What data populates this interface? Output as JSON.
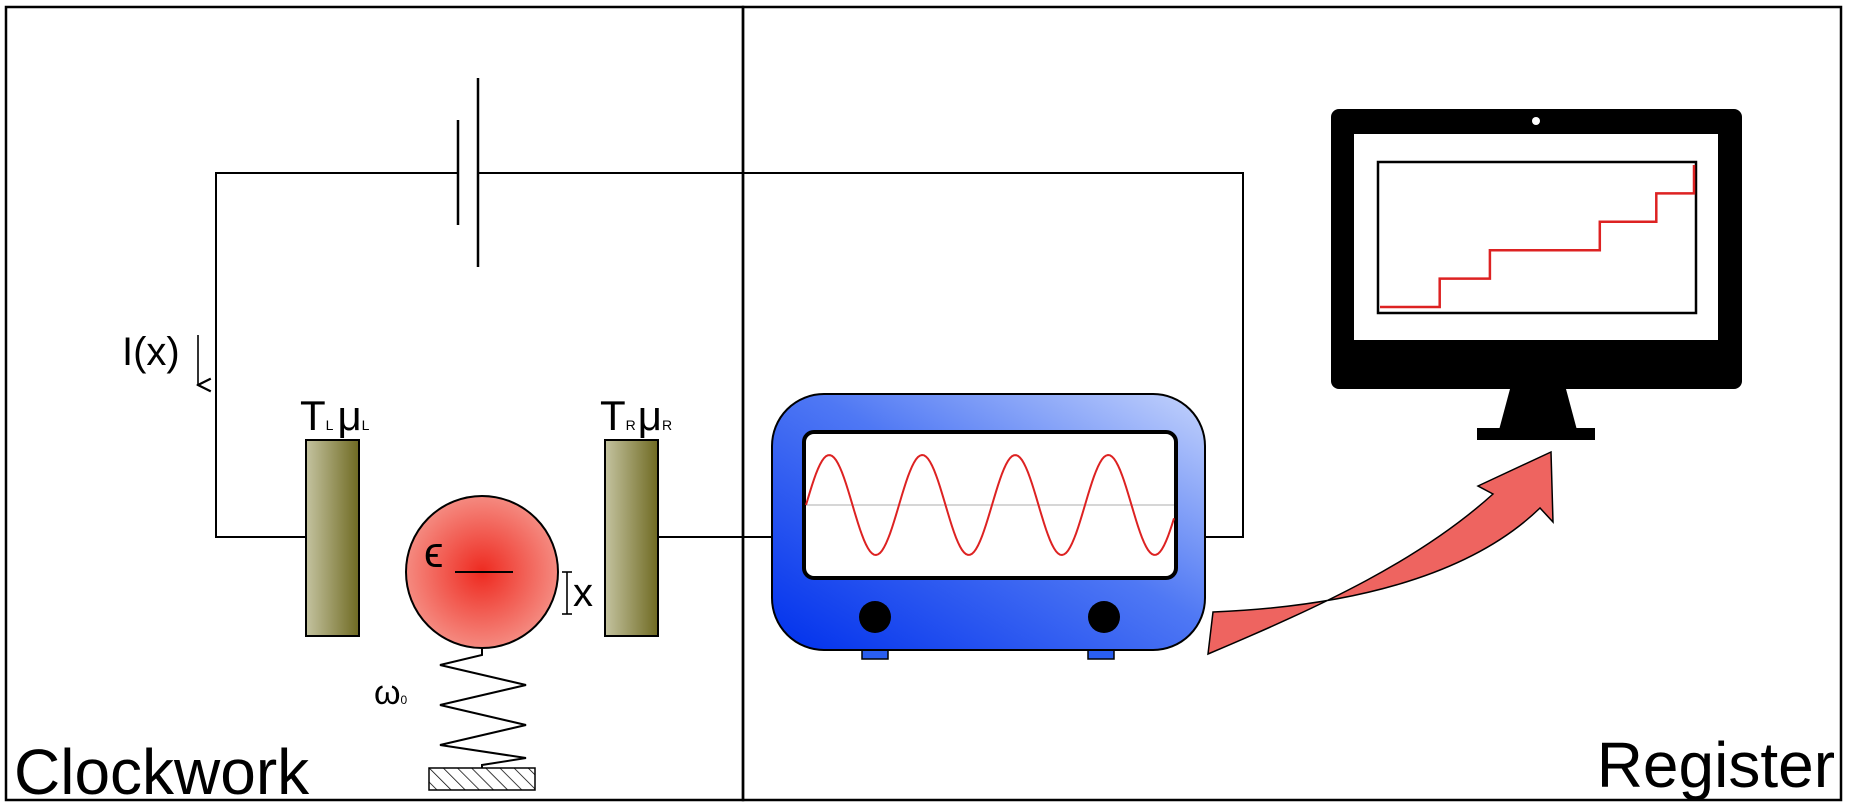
{
  "panels": {
    "left_label": "Clockwork",
    "right_label": "Register"
  },
  "circuit": {
    "current_label": "I(x)",
    "current_arrow": "↓"
  },
  "reservoirs": {
    "left": {
      "T": "T",
      "T_sub": "L",
      "mu": "μ",
      "mu_sub": "L"
    },
    "right": {
      "T": "T",
      "T_sub": "R",
      "mu": "μ",
      "mu_sub": "R"
    }
  },
  "dot": {
    "energy_symbol": "ϵ",
    "displacement_label": "x"
  },
  "spring": {
    "frequency_symbol": "ω",
    "frequency_sub": "0"
  },
  "colors": {
    "line": "#000000",
    "reservoir_light": "#c4c3a0",
    "reservoir_dark": "#6f6a22",
    "dot_center": "#ee2a20",
    "dot_edge": "#f58a80",
    "scope_dark": "#0033ee",
    "scope_light": "#bccdfb",
    "signal": "#dd2222",
    "arrow_fill": "#ee6460",
    "monitor": "#000000"
  },
  "staircase_signal": {
    "levels": [
      0,
      1,
      2,
      2,
      3,
      4,
      5
    ],
    "step_fractions": [
      0,
      0.19,
      0.35,
      0.63,
      0.7,
      0.88,
      1.0
    ]
  }
}
